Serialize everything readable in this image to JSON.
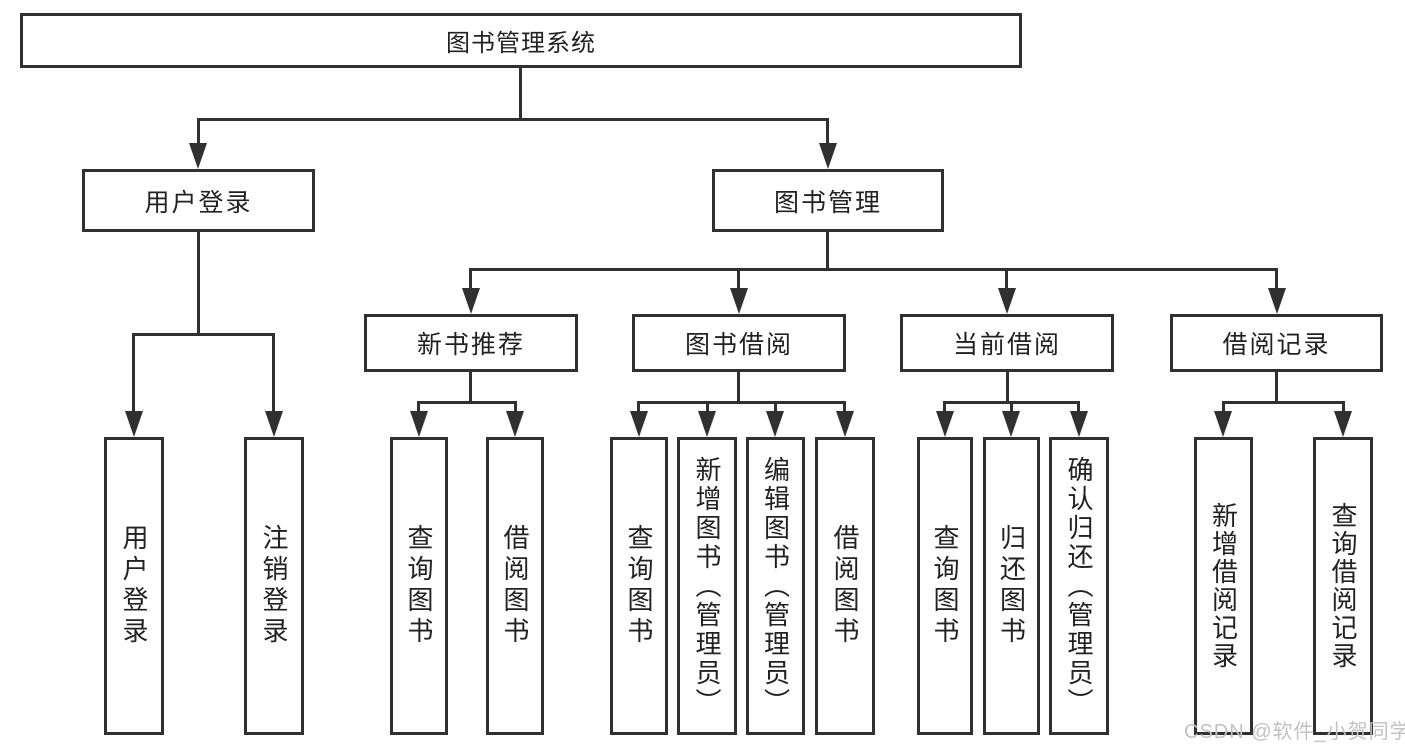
{
  "diagram_title": "图书管理系统",
  "watermark": "CSDN @软件_小贺同学",
  "colors": {
    "line": "#303030",
    "text": "#222222",
    "background": "#ffffff",
    "watermark": "#c2c2c6"
  },
  "nodes": {
    "root": {
      "label": "图书管理系统"
    },
    "user_login": {
      "label": "用户登录"
    },
    "book_management": {
      "label": "图书管理"
    },
    "new_book_recommend": {
      "label": "新书推荐"
    },
    "book_borrowing": {
      "label": "图书借阅"
    },
    "current_borrowing": {
      "label": "当前借阅"
    },
    "borrowing_records": {
      "label": "借阅记录"
    },
    "leaf_user_login": {
      "label": "用户登录"
    },
    "leaf_logout": {
      "label": "注销登录"
    },
    "leaf_query_books_recommend": {
      "label": "查询图书"
    },
    "leaf_borrow_books_recommend": {
      "label": "借阅图书"
    },
    "leaf_query_books_borrowing": {
      "label": "查询图书"
    },
    "leaf_add_books_admin": {
      "label": "新增图书（管理员）"
    },
    "leaf_edit_books_admin": {
      "label": "编辑图书（管理员）"
    },
    "leaf_borrow_books_borrowing": {
      "label": "借阅图书"
    },
    "leaf_query_books_current": {
      "label": "查询图书"
    },
    "leaf_return_books": {
      "label": "归还图书"
    },
    "leaf_confirm_return_admin": {
      "label": "确认归还（管理员）"
    },
    "leaf_add_borrow_record": {
      "label": "新增借阅记录"
    },
    "leaf_query_borrow_record": {
      "label": "查询借阅记录"
    }
  }
}
